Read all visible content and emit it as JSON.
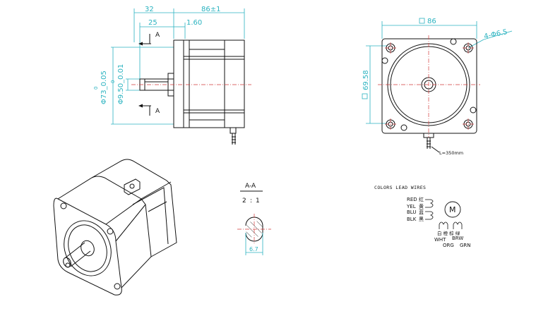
{
  "side_view": {
    "dim_32": "32",
    "dim_86": "86±1",
    "dim_25": "25",
    "dim_160": "1.60",
    "dim_phi73": "Φ73_0.05",
    "dim_phi73_top": "0",
    "dim_phi95": "Φ9.50_0.01",
    "dim_phi95_top": "0",
    "section_a_top": "A",
    "section_a_bottom": "A"
  },
  "front_view": {
    "dim_86": "86",
    "dim_6958": "69.58",
    "dim_holes": "4-Φ6.5",
    "lead_length": "L=350mm"
  },
  "section": {
    "title": "A-A",
    "scale_left": "2",
    "scale_sep": ":",
    "scale_right": "1",
    "dim_width": "6.7"
  },
  "wiring": {
    "title": "COLORS LEAD WIRES",
    "wires": [
      {
        "code": "RED",
        "cn": "红"
      },
      {
        "code": "YEL",
        "cn": "黄"
      },
      {
        "code": "BLU",
        "cn": "蓝"
      },
      {
        "code": "BLK",
        "cn": "黑"
      }
    ],
    "motor_symbol": "M",
    "cn_bottom": "白 橙 棕 绿",
    "wht": "WHT",
    "brw": "BRW",
    "org": "ORG",
    "grn": "GRN"
  },
  "colors": {
    "dimension": "#2bb3c0",
    "centerline": "#d43a3a",
    "ink": "#111111"
  }
}
